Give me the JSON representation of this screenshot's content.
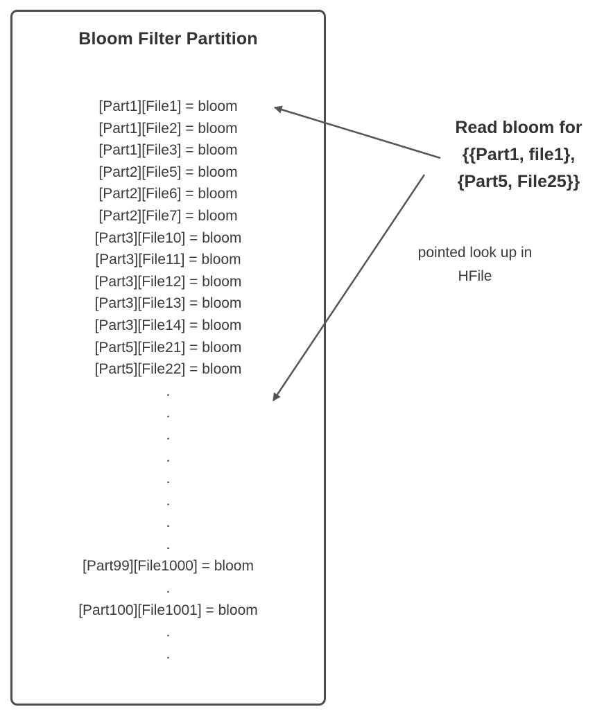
{
  "diagram": {
    "box": {
      "title": "Bloom Filter Partition",
      "entries": [
        "[Part1][File1] = bloom",
        "[Part1][File2] = bloom",
        "[Part1][File3] = bloom",
        "[Part2][File5] = bloom",
        "[Part2][File6] = bloom",
        "[Part2][File7] = bloom",
        "[Part3][File10] = bloom",
        "[Part3][File11] = bloom",
        "[Part3][File12] = bloom",
        "[Part3][File13] = bloom",
        "[Part3][File14] = bloom",
        "[Part5][File21] = bloom",
        "[Part5][File22] = bloom",
        ".",
        ".",
        ".",
        ".",
        ".",
        ".",
        ".",
        ".",
        "[Part99][File1000] = bloom",
        ".",
        "[Part100][File1001] = bloom",
        ".",
        "."
      ]
    },
    "annotation": {
      "read_bloom": "Read bloom for\n{{Part1, file1},\n{Part5, File25}}",
      "pointed_lookup": "pointed look up in\nHFile"
    },
    "colors": {
      "border": "#4c4c4c",
      "text": "#333333",
      "arrow": "#555555"
    }
  }
}
